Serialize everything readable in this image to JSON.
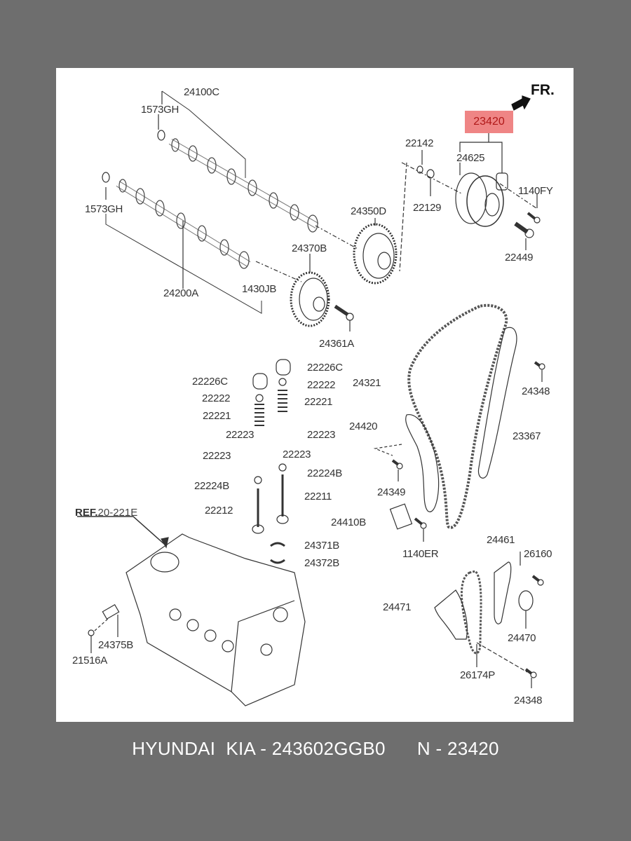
{
  "diagram": {
    "direction_label": "FR.",
    "highlighted_part": "23420",
    "reference": {
      "prefix": "REF.",
      "code": "20-221E"
    },
    "labels": {
      "p24100C": "24100C",
      "p1573GH_a": "1573GH",
      "p1573GH_b": "1573GH",
      "p24200A": "24200A",
      "p1430JB": "1430JB",
      "p24370B": "24370B",
      "p24350D": "24350D",
      "p24361A": "24361A",
      "p22142": "22142",
      "p22129": "22129",
      "p24625": "24625",
      "p1140FY": "1140FY",
      "p22449": "22449",
      "p22226C_a": "22226C",
      "p22226C_b": "22226C",
      "p22222_a": "22222",
      "p22222_b": "22222",
      "p22221_a": "22221",
      "p22221_b": "22221",
      "p22223_a": "22223",
      "p22223_b": "22223",
      "p22223_c": "22223",
      "p22223_d": "22223",
      "p22224B_a": "22224B",
      "p22224B_b": "22224B",
      "p22211": "22211",
      "p22212": "22212",
      "p24371B": "24371B",
      "p24372B": "24372B",
      "p24375B": "24375B",
      "p21516A": "21516A",
      "p24321": "24321",
      "p24348_a": "24348",
      "p24420": "24420",
      "p23367": "23367",
      "p24349": "24349",
      "p24410B": "24410B",
      "p1140ER": "1140ER",
      "p24461": "24461",
      "p26160": "26160",
      "p24471": "24471",
      "p24470": "24470",
      "p26174P": "26174P",
      "p24348_b": "24348"
    }
  },
  "caption": {
    "brand": "HYUNDAI  KIA - 243602GGB0",
    "number": "N - 23420"
  },
  "colors": {
    "background": "#6e6e6e",
    "highlight": "#ef8585"
  }
}
